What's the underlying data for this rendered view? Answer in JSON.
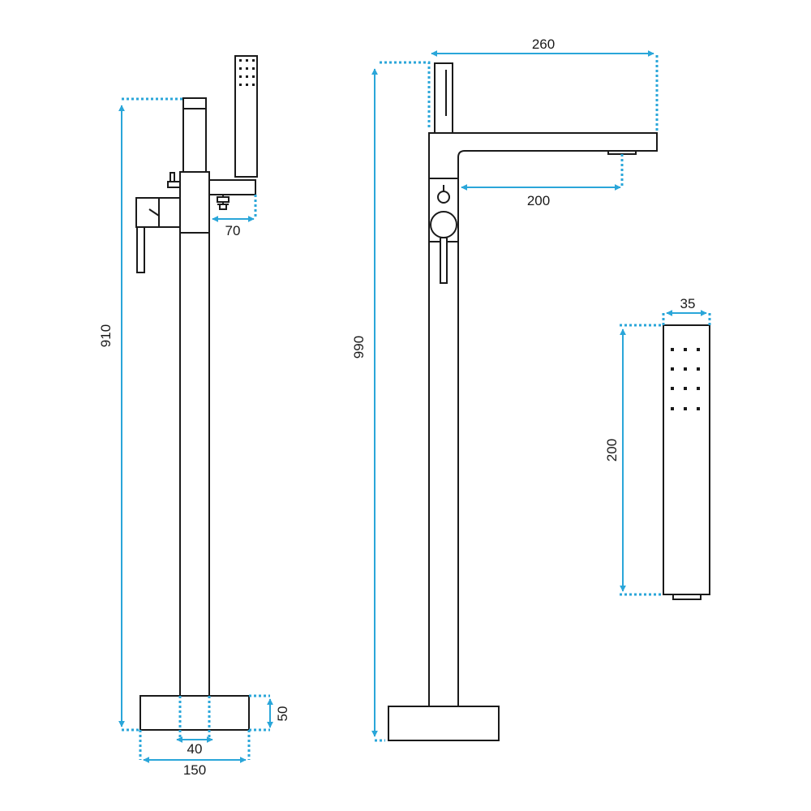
{
  "colors": {
    "outline": "#1a1a1a",
    "dimension": "#2aa6d9",
    "background": "#ffffff"
  },
  "dimensions": {
    "side_height": "910",
    "side_spout_reach": "70",
    "base_height": "50",
    "pipe_width": "40",
    "base_width": "150",
    "front_height": "990",
    "front_total_width": "260",
    "front_spout_reach": "200",
    "handshower_width": "35",
    "handshower_length": "200"
  }
}
